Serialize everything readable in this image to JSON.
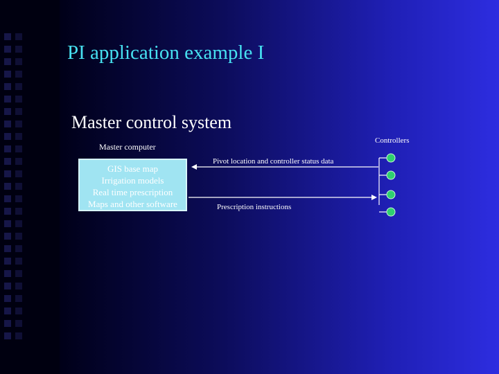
{
  "slide": {
    "title": "PI application example I",
    "subtitle": "Master control system"
  },
  "diagram": {
    "master_label": "Master computer",
    "master_box_lines": [
      "GIS base map",
      "Irrigation models",
      "Real time prescription",
      "Maps and other software"
    ],
    "controllers_label": "Controllers",
    "upper_link_label": "Pivot location and controller status data",
    "lower_link_label": "Prescription instructions",
    "controller_count": 4,
    "colors": {
      "title": "#47e0f0",
      "box_fill": "#a0e4f2",
      "controller_fill": "#2fd070",
      "lines": "#ffffff"
    }
  }
}
